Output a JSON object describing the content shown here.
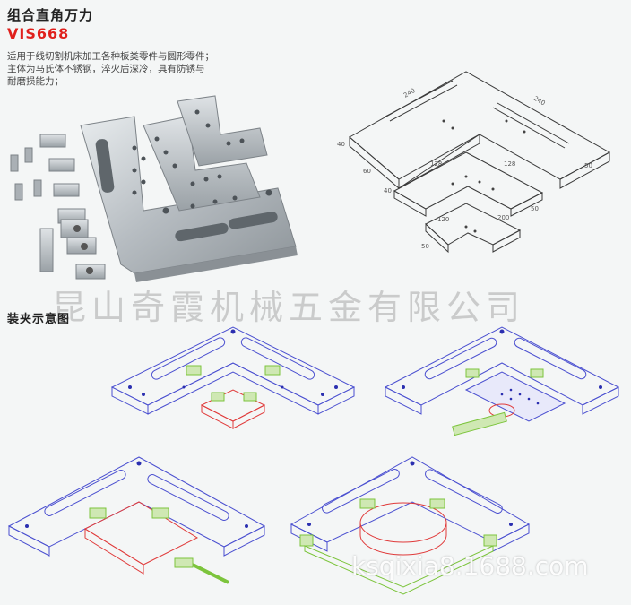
{
  "header": {
    "title": "组合直角万力",
    "model": "VIS668"
  },
  "description": [
    "适用于线切割机床加工各种板类零件与圆形零件；",
    "主体为马氏体不锈钢，淬火后深冷，具有防锈与",
    "耐磨损能力；"
  ],
  "section_title": "装夹示意图",
  "dimensions": {
    "d1": "240",
    "d2": "240",
    "d3": "40",
    "d4": "60",
    "d5": "50",
    "d6": "128",
    "d7": "128",
    "d8": "40",
    "d9": "200",
    "d10": "50",
    "d11": "120",
    "d12": "50"
  },
  "watermarks": {
    "company": "昆山奇霞机械五金有限公司",
    "url": "ksqixia8.1688.com"
  },
  "colors": {
    "outline": "#4a4fd0",
    "part": "#e03a3a",
    "clamp": "#7cc43c",
    "metal": "#b9bfc4"
  }
}
